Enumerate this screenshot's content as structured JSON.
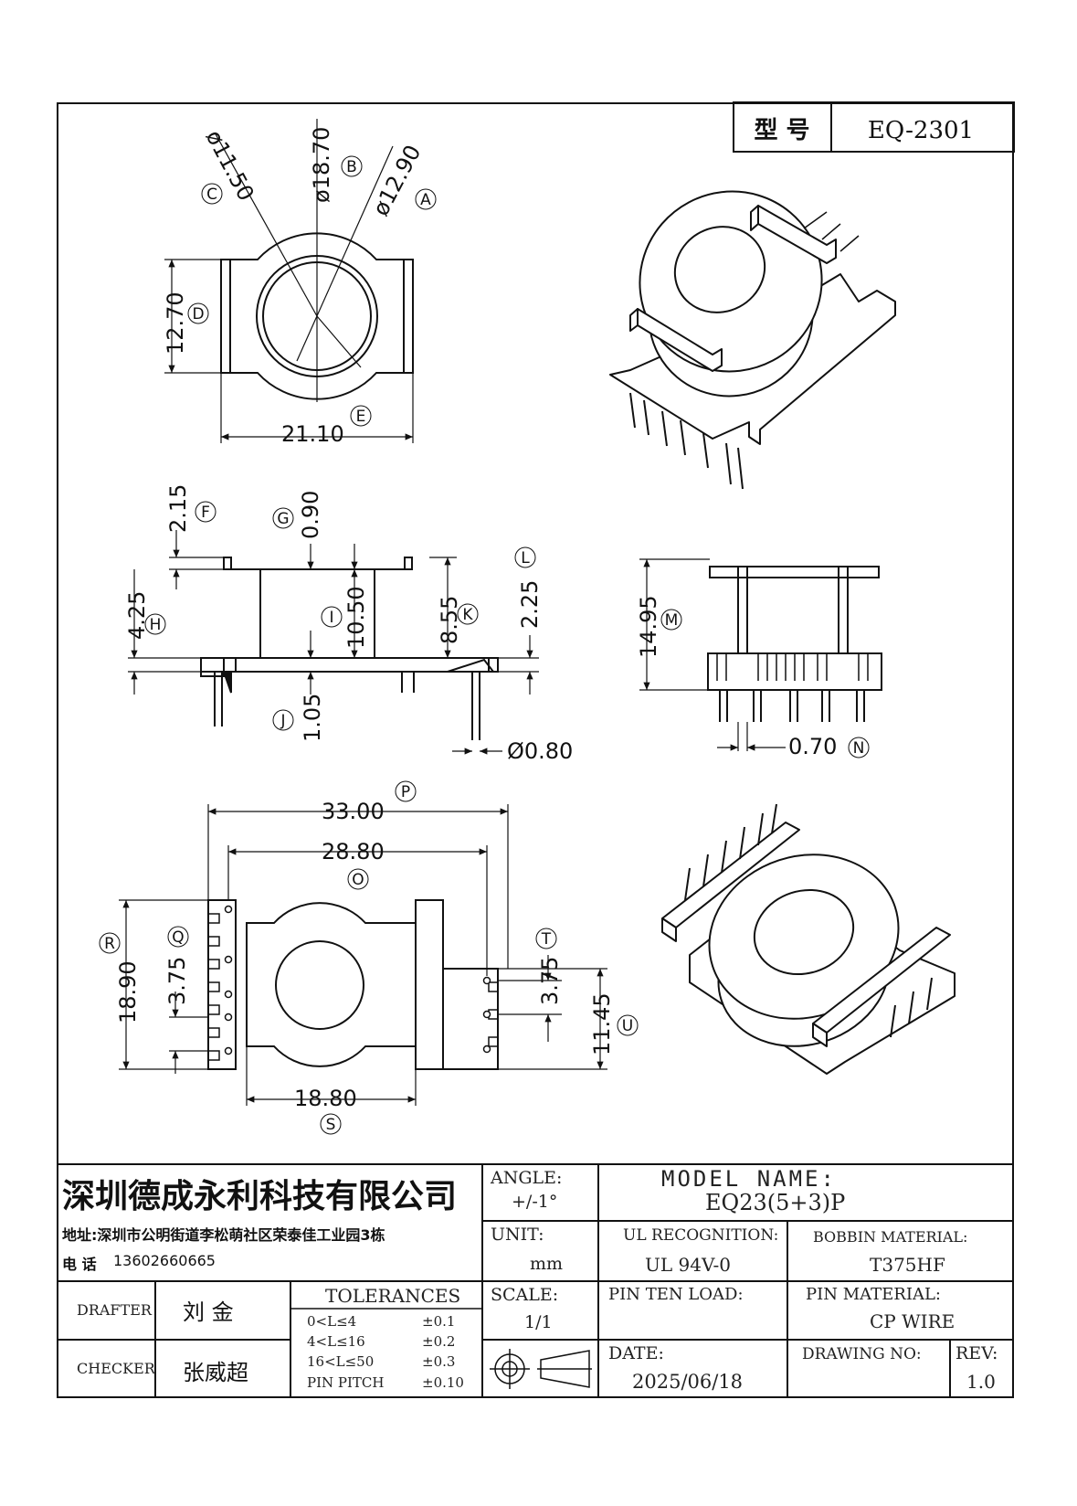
{
  "header": {
    "model_label": "型 号",
    "model_value": "EQ-2301"
  },
  "dimensions": {
    "top_view": [
      {
        "id": "C",
        "value": "ø11.50"
      },
      {
        "id": "B",
        "value": "ø18.70"
      },
      {
        "id": "A",
        "value": "ø12.90"
      },
      {
        "id": "D",
        "value": "12.70"
      },
      {
        "id": "E",
        "value": "21.10"
      }
    ],
    "front_view": [
      {
        "id": "F",
        "value": "2.15"
      },
      {
        "id": "G",
        "value": "0.90"
      },
      {
        "id": "H",
        "value": "4.25"
      },
      {
        "id": "I",
        "value": "10.50"
      },
      {
        "id": "K",
        "value": "8.55"
      },
      {
        "id": "L",
        "value": "2.25"
      },
      {
        "id": "J",
        "value": "1.05"
      },
      {
        "id": "pin_dia",
        "value": "Ø0.80"
      }
    ],
    "side_view": [
      {
        "id": "M",
        "value": "14.95"
      },
      {
        "id": "N",
        "value": "0.70"
      }
    ],
    "bottom_view": [
      {
        "id": "P",
        "value": "33.00"
      },
      {
        "id": "O",
        "value": "28.80"
      },
      {
        "id": "R",
        "value": "18.90"
      },
      {
        "id": "Q",
        "value": "3.75"
      },
      {
        "id": "T",
        "value": "3.75"
      },
      {
        "id": "U",
        "value": "11.45"
      },
      {
        "id": "S",
        "value": "18.80"
      }
    ]
  },
  "title_block": {
    "company": "深圳德成永利科技有限公司",
    "address": "地址:深圳市公明街道李松萌社区荣泰佳工业园3栋",
    "phone_label": "电 话",
    "phone": "13602660665",
    "drafter_label": "DRAFTER",
    "drafter": "刘 金",
    "checker_label": "CHECKER",
    "checker": "张威超",
    "tolerances_title": "TOLERANCES",
    "tolerances": [
      {
        "range": "0<L≤4",
        "tol": "±0.1"
      },
      {
        "range": "4<L≤16",
        "tol": "±0.2"
      },
      {
        "range": "16<L≤50",
        "tol": "±0.3"
      },
      {
        "range": "PIN PITCH",
        "tol": "±0.10"
      }
    ],
    "angle_label": "ANGLE:",
    "angle_value": "+/-1°",
    "unit_label": "UNIT:",
    "unit_value": "mm",
    "scale_label": "SCALE:",
    "scale_value": "1/1",
    "model_name_label": "MODEL NAME:",
    "model_name": "EQ23(5+3)P",
    "ul_label": "UL RECOGNITION:",
    "ul_value": "UL 94V-0",
    "bobbin_label": "BOBBIN MATERIAL:",
    "bobbin_value": "T375HF",
    "pin_ten_label": "PIN TEN LOAD:",
    "pin_material_label": "PIN MATERIAL:",
    "pin_material_value": "CP WIRE",
    "date_label": "DATE:",
    "date_value": "2025/06/18",
    "drawing_no_label": "DRAWING NO:",
    "rev_label": "REV:",
    "rev_value": "1.0"
  }
}
